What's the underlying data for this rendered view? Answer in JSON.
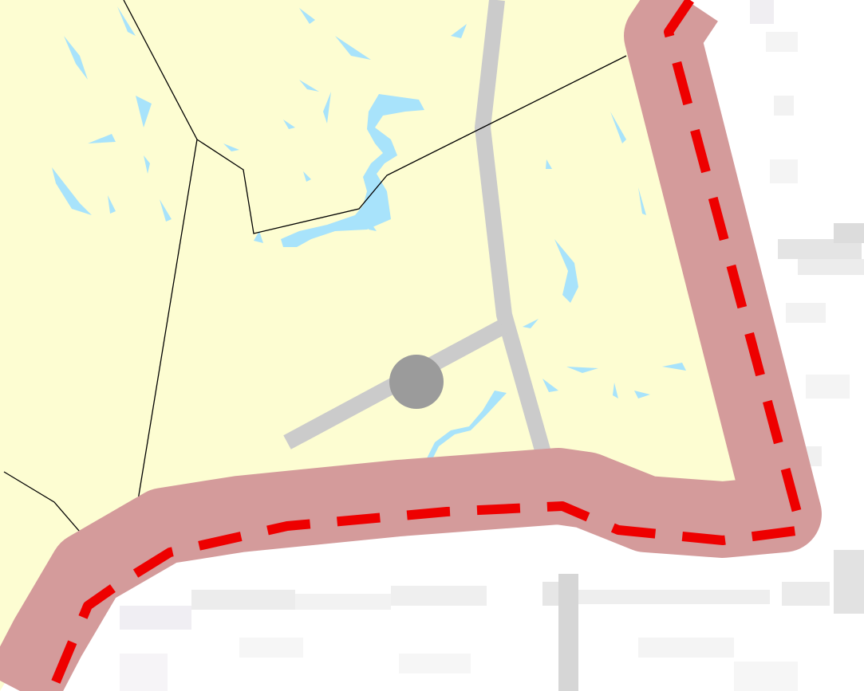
{
  "map": {
    "type": "map-tile",
    "colors": {
      "region_fill": "#fdfdd2",
      "outside_fill": "#ffffff",
      "outside_pixel_shades": [
        "#f4f4f4",
        "#ececec",
        "#e6e6e6",
        "#dcdcdc",
        "#cfcfcf"
      ],
      "water": "#a8e3fb",
      "road": "#cbcbcb",
      "boundary_line": "#000000",
      "admin_boundary_halo": "#d49b9b",
      "admin_boundary_dash": "#ee0000",
      "point_marker": "#9b9b9b"
    },
    "features": {
      "region": "highlighted-area",
      "roads": [
        "main-road",
        "airstrip-runway"
      ],
      "water": [
        "stream",
        "ponds"
      ],
      "boundaries": [
        "district-boundaries",
        "admin-boundary"
      ],
      "markers": [
        "point-marker"
      ]
    }
  }
}
